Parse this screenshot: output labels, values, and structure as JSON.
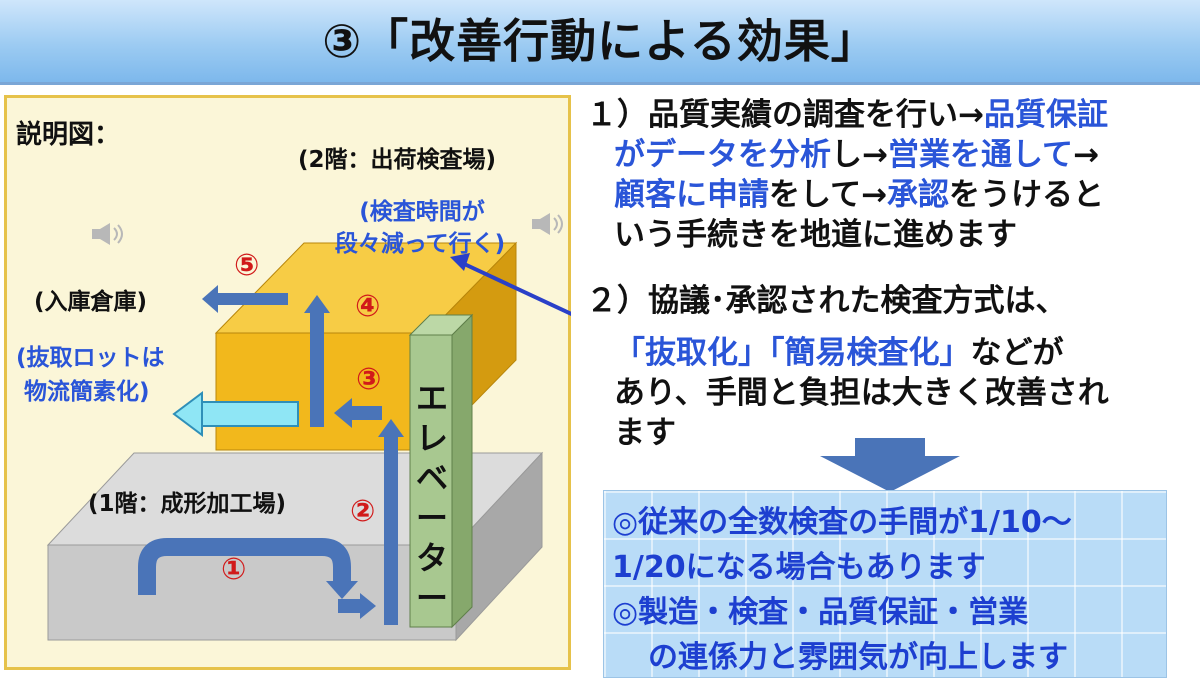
{
  "title": "③「改善行動による効果」",
  "diagram": {
    "caption": "説明図：",
    "floor2_label": "(2階：出荷検査場)",
    "inspection_note_line1": "(検査時間が",
    "inspection_note_line2": "段々減って行く)",
    "warehouse_label": "(入庫倉庫)",
    "sampling_note_line1": "(抜取ロットは",
    "sampling_note_line2": "物流簡素化)",
    "floor1_label": "(1階：成形加工場)",
    "elevator_chars": [
      "エ",
      "レ",
      "ベ",
      "ー",
      "タ",
      "ー"
    ],
    "step_markers": [
      "①",
      "②",
      "③",
      "④",
      "⑤"
    ],
    "colors": {
      "floor1": "#c9c9c9",
      "floor2": "#f2b81c",
      "elevator": "#a8c890",
      "arrow": "#4a74b8",
      "arrow_cyan": "#8fe6f5"
    },
    "icons": [
      "speaker-icon",
      "speaker-icon"
    ]
  },
  "explanation": {
    "item1": {
      "line1_a": "１）品質実績の調査を行い→",
      "line1_b": "品質保証",
      "line2_a": "がデータを分析",
      "line2_b": "し→",
      "line2_c": "営業を通して",
      "line2_d": "→",
      "line3_a": "顧客に申請",
      "line3_b": "をして→",
      "line3_c": "承認",
      "line3_d": "をうけると",
      "line4": "いう手続きを地道に進めます"
    },
    "item2": {
      "line1": "２）協議･承認された検査方式は、",
      "line2_a": "「抜取化」「簡易検査化」",
      "line2_b": "などが",
      "line3": "あり、手間と負担は大きく改善され",
      "line4": "ます"
    }
  },
  "results": {
    "line1": "◎従来の全数検査の手間が1/10～",
    "line2": "1/20になる場合もあります",
    "line3": "◎製造・検査・品質保証・営業",
    "line4": "の連係力と雰囲気が向上します"
  }
}
